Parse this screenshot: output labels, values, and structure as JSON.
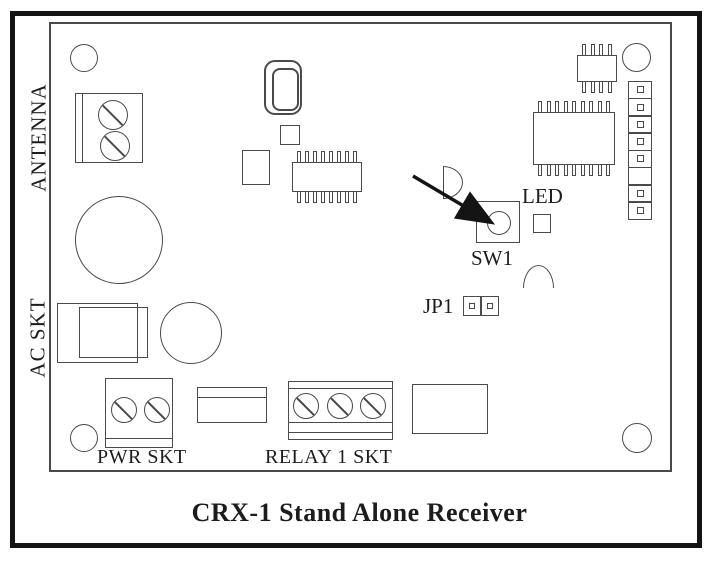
{
  "title": "CRX-1 Stand Alone Receiver",
  "labels": {
    "antenna": "ANTENNA",
    "ac_skt": "AC SKT",
    "pwr_skt": "PWR SKT",
    "relay_1_skt": "RELAY 1 SKT",
    "led": "LED",
    "sw1": "SW1",
    "jp1": "JP1"
  },
  "colors": {
    "line": "#4a4a4a",
    "text": "#1c1c1c",
    "frame": "#141414",
    "background": "#ffffff"
  }
}
